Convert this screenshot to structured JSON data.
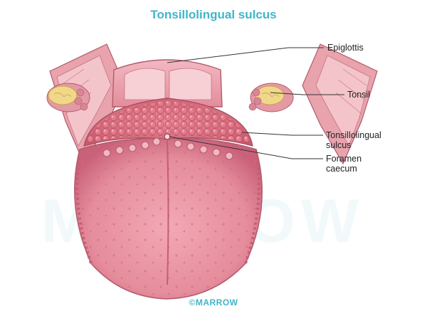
{
  "title": "Tonsillolingual sulcus",
  "watermark": "MARROW",
  "copyright": "©MARROW",
  "labels": {
    "epiglottis": "Epiglottis",
    "tonsil": "Tonsil",
    "tonsillolingual_sulcus": "Tonsillolingual\nsulcus",
    "foramen_caecum": "Foramen\ncaecum"
  },
  "colors": {
    "title": "#3fb6c9",
    "tongue": "#e58d9c",
    "tongue_dark": "#c9617a",
    "tonsil": "#f0d78a",
    "leader_line": "#333333"
  }
}
